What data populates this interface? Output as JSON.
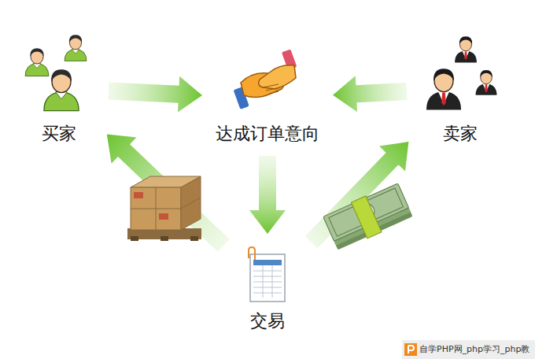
{
  "diagram": {
    "nodes": [
      {
        "text": [
          "买家"
        ]
      },
      {
        "text": [
          "达成订单意向"
        ]
      },
      {
        "text": [
          "卖家"
        ]
      },
      {
        "text": [
          "交易"
        ]
      }
    ],
    "edges": [
      {
        "from": 0,
        "to": 1,
        "arrow": "to"
      },
      {
        "from": 2,
        "to": 1,
        "arrow": "to"
      },
      {
        "from": 1,
        "to": 3,
        "arrow": "to"
      },
      {
        "from": 3,
        "to": 0,
        "arrow": "to"
      },
      {
        "from": 3,
        "to": 2,
        "arrow": "to"
      }
    ],
    "labels": [
      "自学PHP网_php学习_php教"
    ]
  }
}
